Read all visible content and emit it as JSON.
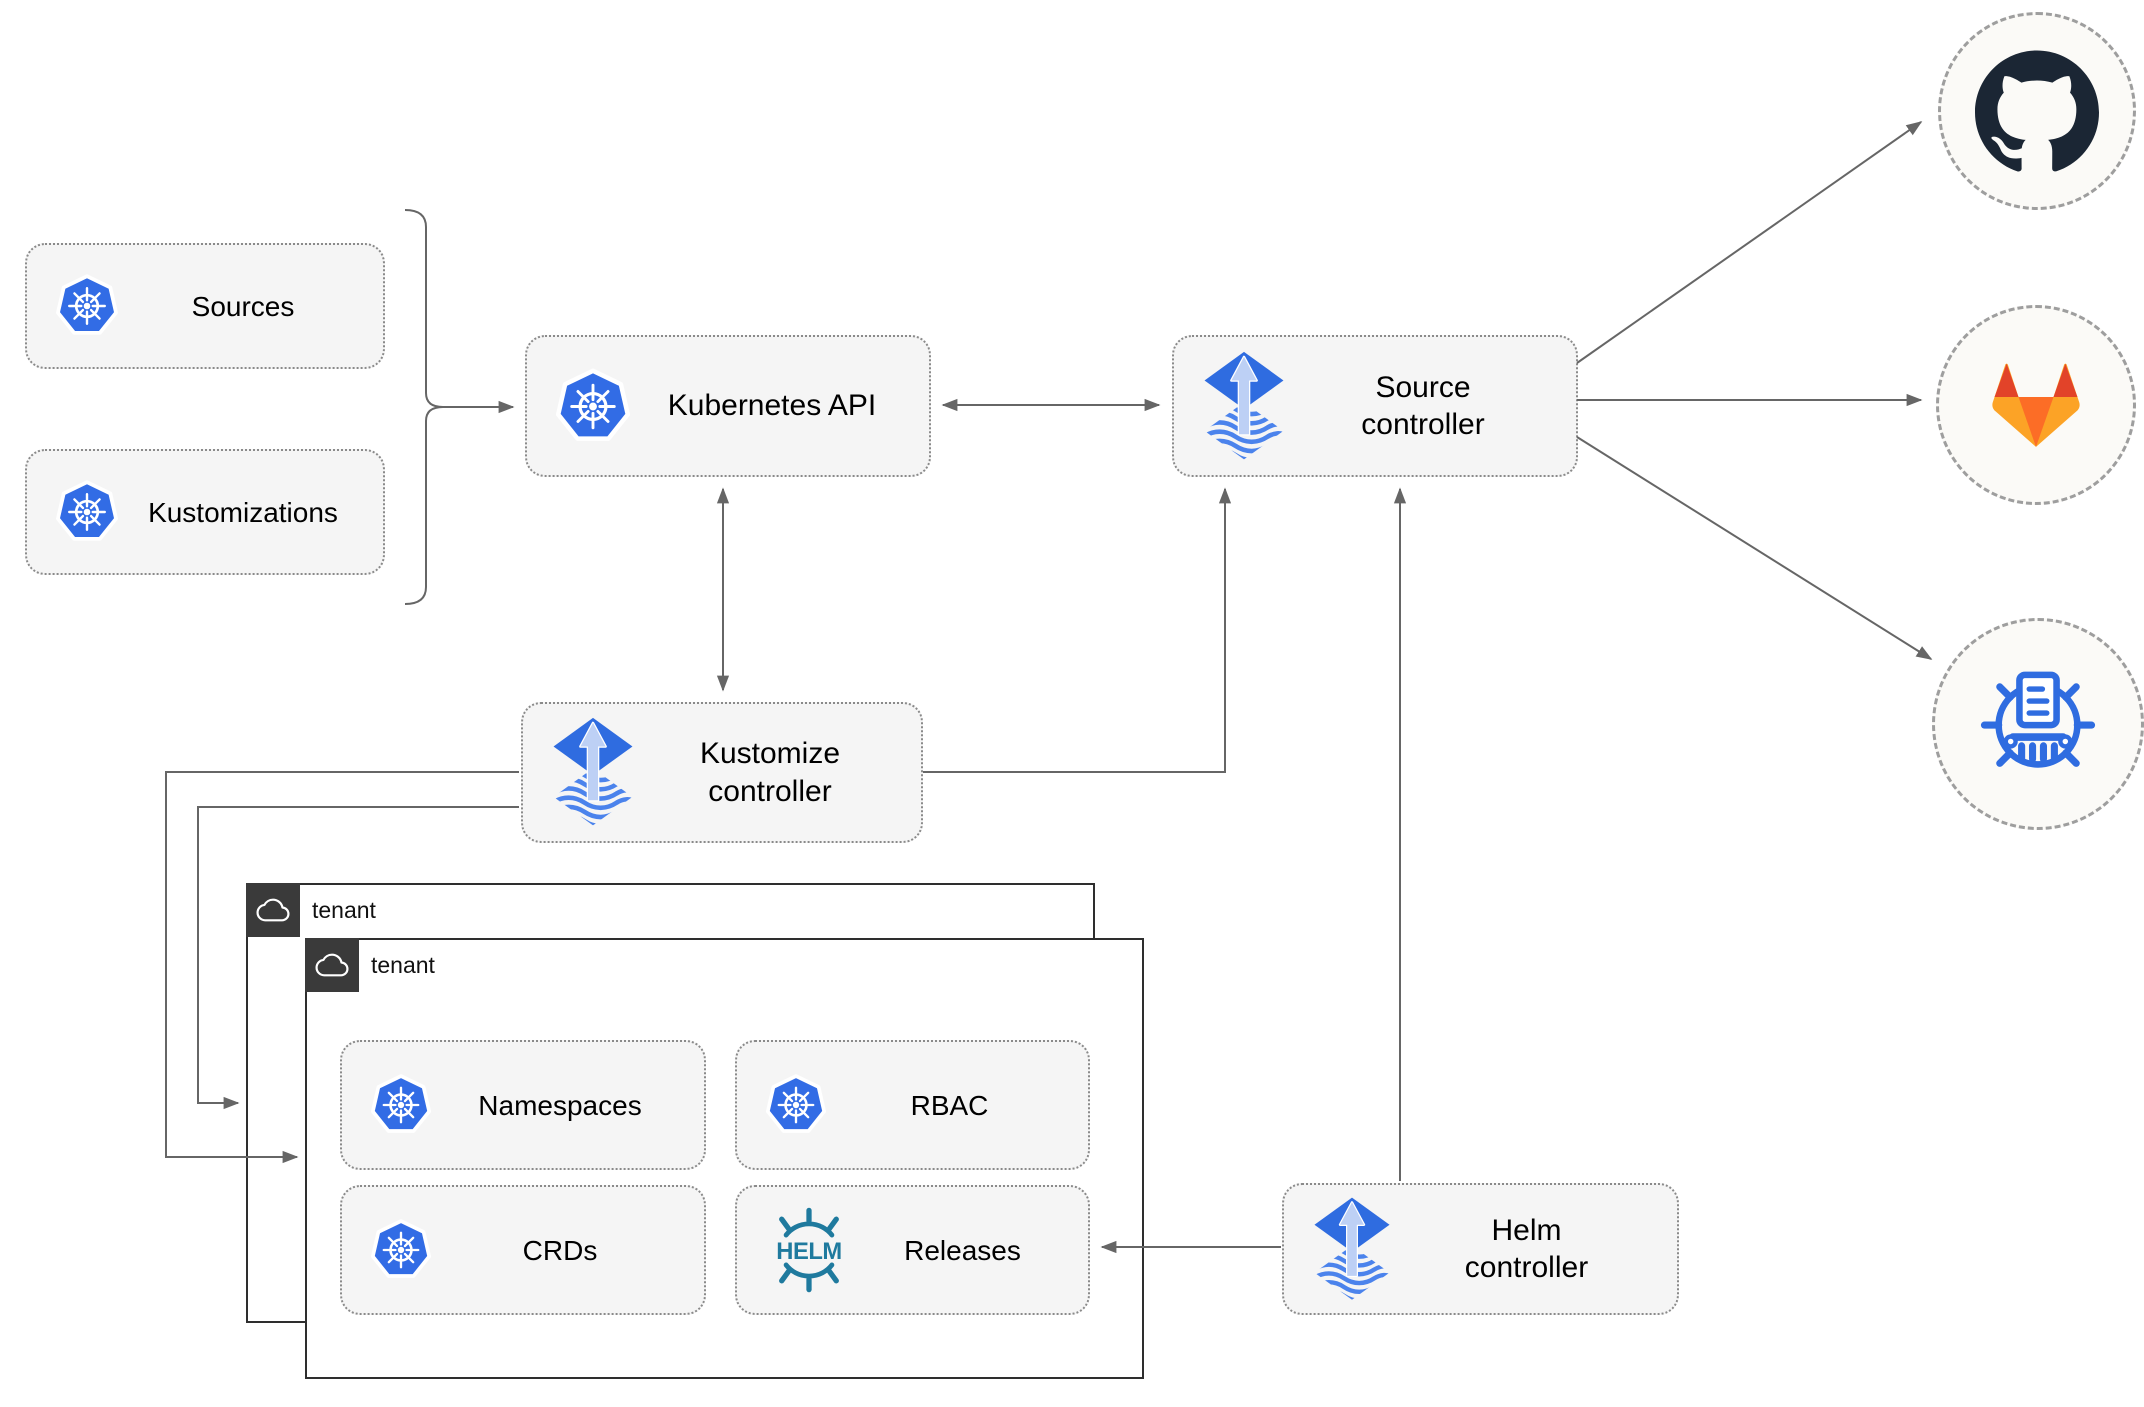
{
  "nodes": {
    "sources": {
      "label": "Sources"
    },
    "kustomizations": {
      "label": "Kustomizations"
    },
    "kubernetes_api": {
      "label": "Kubernetes API"
    },
    "source_controller": {
      "label": "Source\ncontroller"
    },
    "kustomize_controller": {
      "label": "Kustomize\ncontroller"
    },
    "helm_controller": {
      "label": "Helm\ncontroller"
    },
    "namespaces": {
      "label": "Namespaces"
    },
    "rbac": {
      "label": "RBAC"
    },
    "crds": {
      "label": "CRDs"
    },
    "releases": {
      "label": "Releases"
    }
  },
  "groups": {
    "outer_tenant": {
      "label": "tenant"
    },
    "inner_tenant": {
      "label": "tenant"
    }
  },
  "logos": {
    "helm_text": "HELM"
  },
  "icons": {
    "kubernetes": "kubernetes-wheel-icon",
    "flux": "flux-arrow-diamond-icon",
    "helm": "helm-ship-wheel-icon",
    "github": "github-octocat-icon",
    "gitlab": "gitlab-tanuki-icon",
    "chart_repository": "chart-museum-icon",
    "cloud": "cloud-icon"
  },
  "colors": {
    "kubernetes_blue": "#326ce5",
    "flux_blue": "#2f6ce0",
    "flux_light_arrow": "#bdd0f5",
    "helm_teal": "#1f7a9e",
    "github_dark": "#1b2634",
    "gitlab_red": "#e24329",
    "gitlab_orange": "#fc6d26",
    "gitlab_amber": "#fca326",
    "connector_gray": "#666666",
    "node_fill": "#f5f5f5",
    "tenant_border": "#2e2e2e",
    "badge_fill": "#3a3a3a"
  }
}
